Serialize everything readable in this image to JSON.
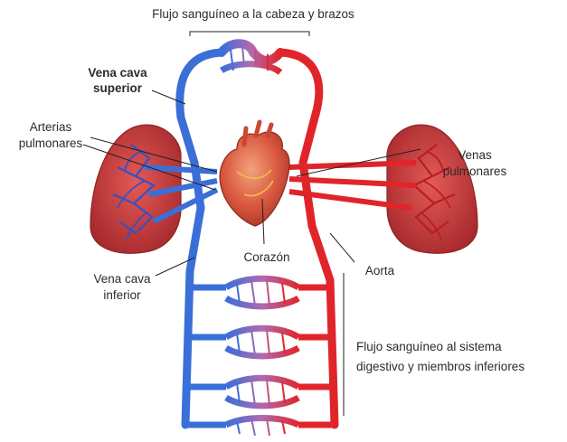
{
  "diagram": {
    "labels": {
      "head_arms_flow": "Flujo sanguíneo a la cabeza y brazos",
      "vena_cava_superior_1": "Vena cava",
      "vena_cava_superior_2": "superior",
      "arterias_pulmonares_1": "Arterias",
      "arterias_pulmonares_2": "pulmonares",
      "venas_pulmonares_1": "Venas",
      "venas_pulmonares_2": "pulmonares",
      "corazon": "Corazón",
      "aorta": "Aorta",
      "vena_cava_inferior_1": "Vena cava",
      "vena_cava_inferior_2": "inferior",
      "lower_flow_1": "Flujo sanguíneo al sistema",
      "lower_flow_2": "digestivo y miembros inferiores"
    },
    "colors": {
      "vein_blue": "#3a6fd8",
      "artery_red": "#e0252a",
      "lung_red": "#c8383a",
      "capillary_purple": "#b06ab0",
      "heart": "#d9583e",
      "leader_line": "#222222"
    }
  }
}
